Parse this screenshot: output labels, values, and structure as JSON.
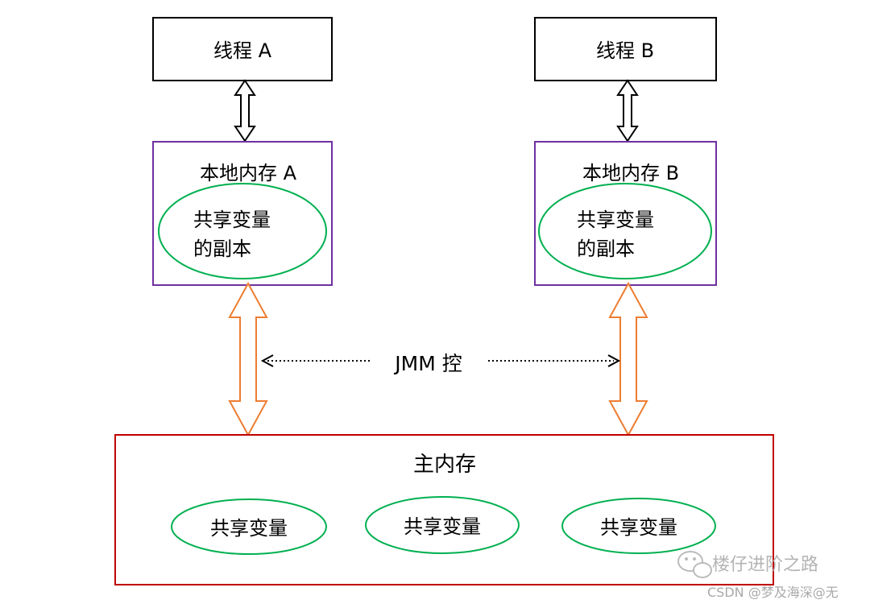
{
  "diagram": {
    "threads": [
      {
        "label": "线程 A"
      },
      {
        "label": "线程 B"
      }
    ],
    "local_memories": [
      {
        "title": "本地内存 A",
        "copy_line1": "共享变量",
        "copy_line2": "的副本"
      },
      {
        "title": "本地内存 B",
        "copy_line1": "共享变量",
        "copy_line2": "的副本"
      }
    ],
    "jmm_label": "JMM 控",
    "main_memory": {
      "title": "主内存",
      "variables": [
        "共享变量",
        "共享变量",
        "共享变量"
      ]
    },
    "watermark": {
      "line1": "楼仔进阶之路",
      "line2": "CSDN @梦及海深@无"
    },
    "colors": {
      "thread_border": "#000000",
      "local_border": "#7030a0",
      "ellipse": "#00b050",
      "orange_arrow": "#ed7d31",
      "main_border": "#c00000"
    }
  }
}
